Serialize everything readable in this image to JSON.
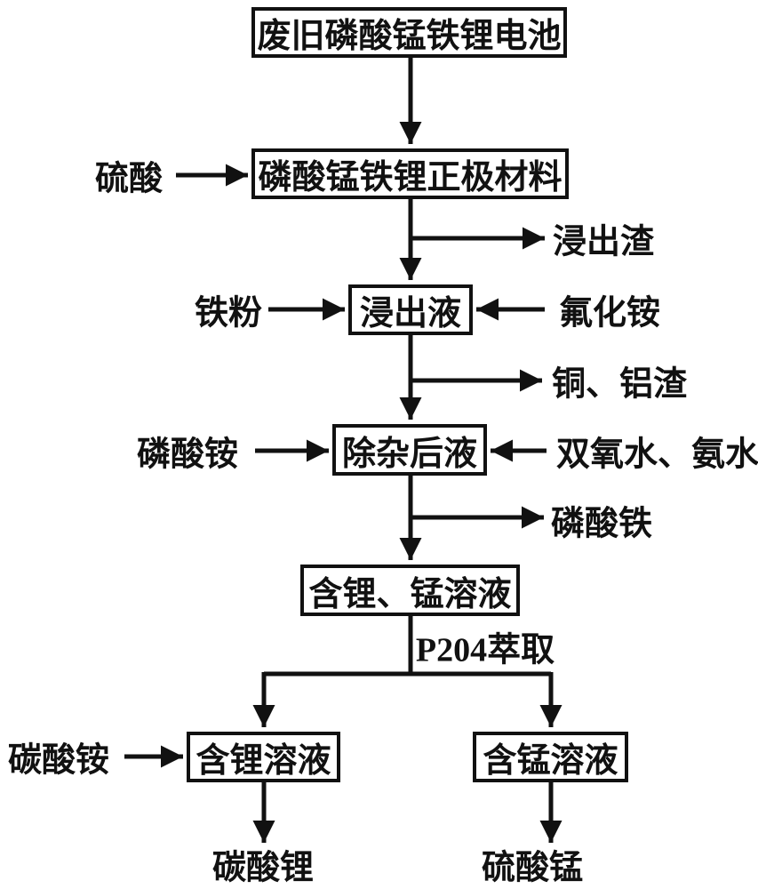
{
  "diagram": {
    "type": "flowchart",
    "language": "zh",
    "topic": "Recovery process for spent lithium manganese iron phosphate batteries",
    "colors": {
      "line": "#111111",
      "text": "#111111",
      "background": "#ffffff"
    },
    "nodes": {
      "waste_battery": "废旧磷酸锰铁锂电池",
      "cathode_material": "磷酸锰铁锂正极材料",
      "leachate": "浸出液",
      "purified_solution": "除杂后液",
      "li_mn_solution": "含锂、锰溶液",
      "li_solution": "含锂溶液",
      "mn_solution": "含锰溶液"
    },
    "inputs": {
      "sulfuric_acid": "硫酸",
      "iron_powder": "铁粉",
      "ammonium_fluoride": "氟化铵",
      "ammonium_phosphate": "磷酸铵",
      "peroxide_ammonia": "双氧水、氨水",
      "ammonium_carbonate": "碳酸铵"
    },
    "outputs": {
      "leach_residue": "浸出渣",
      "copper_aluminum_slag": "铜、铝渣",
      "iron_phosphate": "磷酸铁",
      "lithium_carbonate": "碳酸锂",
      "manganese_sulfate": "硫酸锰"
    },
    "process_labels": {
      "p204_extraction": "P204萃取"
    },
    "edges": [
      "waste_battery -> cathode_material",
      "sulfuric_acid -> cathode_material",
      "cathode_material -> leach_residue",
      "cathode_material -> leachate",
      "iron_powder -> leachate",
      "ammonium_fluoride -> leachate",
      "leachate -> copper_aluminum_slag",
      "leachate -> purified_solution",
      "ammonium_phosphate -> purified_solution",
      "peroxide_ammonia -> purified_solution",
      "purified_solution -> iron_phosphate",
      "purified_solution -> li_mn_solution",
      "li_mn_solution -> li_solution (P204萃取)",
      "li_mn_solution -> mn_solution (P204萃取)",
      "ammonium_carbonate -> li_solution",
      "li_solution -> lithium_carbonate",
      "mn_solution -> manganese_sulfate"
    ]
  }
}
